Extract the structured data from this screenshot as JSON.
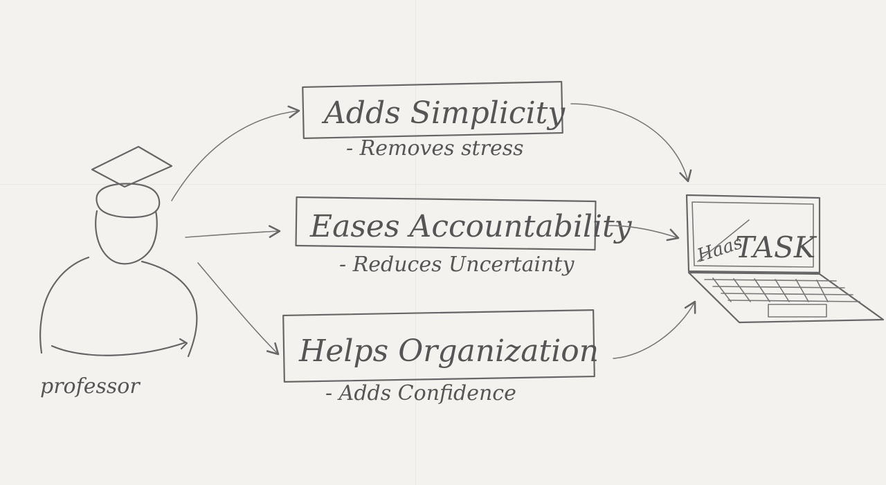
{
  "actor": {
    "label": "professor"
  },
  "benefits": [
    {
      "title": "Adds Simplicity",
      "subtitle": "- Removes stress"
    },
    {
      "title": "Eases Accountability",
      "subtitle": "- Reduces Uncertainty"
    },
    {
      "title": "Helps Organization",
      "subtitle": "- Adds Confidence"
    }
  ],
  "target": {
    "crossed_label": "Haas",
    "label": "TASK"
  },
  "colors": {
    "paper": "#f3f2ef",
    "pencil": "#666666"
  }
}
